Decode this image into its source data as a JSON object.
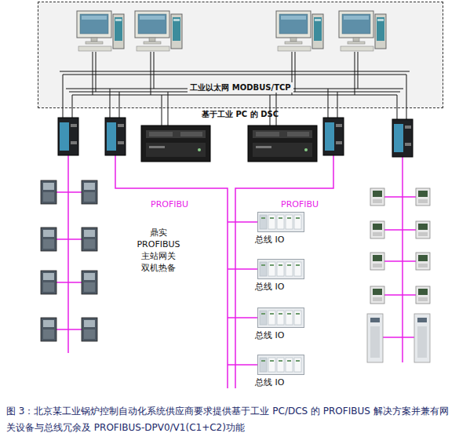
{
  "diagram": {
    "caption": "图 3：北京某工业锅炉控制自动化系统供应商要求提供基于工业 PC/DCS 的 PROFIBUS 解决方案并兼有网关设备与总线冗余及 PROFIBUS-DPV0/V1(C1+C2)功能",
    "nodes": [
      {
        "text": [
          "工业以太网 MODBUS/TCP"
        ]
      },
      {
        "text": [
          "总线 IO"
        ]
      },
      {
        "text": [
          "总线 IO"
        ]
      },
      {
        "text": [
          "总线 IO"
        ]
      },
      {
        "text": [
          "总线 IO"
        ]
      }
    ],
    "labels": [
      "基于工业 PC 的 DSC",
      "PROFIBU",
      "PROFIBU",
      "鼎实 PROFIBUS 主站网关 双机热备"
    ]
  }
}
